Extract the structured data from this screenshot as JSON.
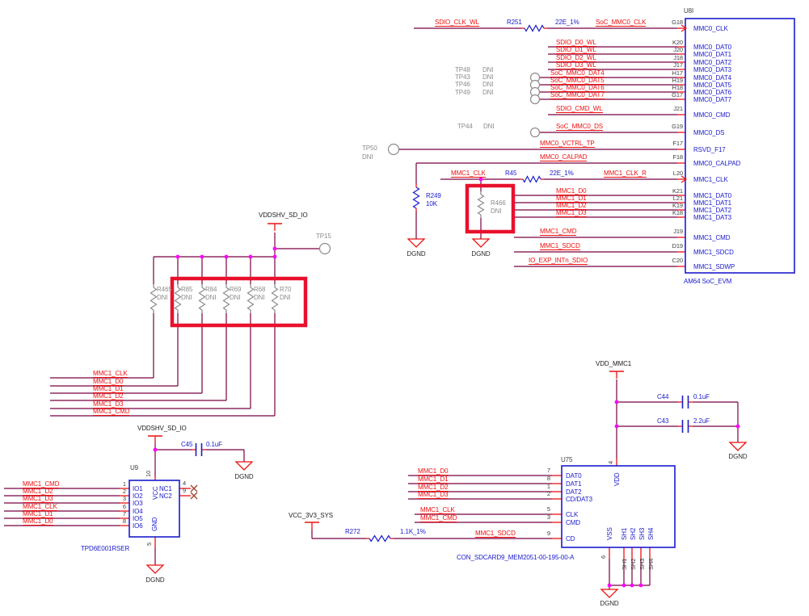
{
  "colors": {
    "wire": "#770040",
    "net_label": "#ee1111",
    "component_blue": "#1a1acd",
    "dni_gray": "#8c8c8c",
    "junction_dot": "#ff00ff",
    "emphasis_box": "#e8112d",
    "pin_stub_red": "#ee1111",
    "pin_number": "#3f3f3f"
  },
  "nets": {
    "sdio_clk_wl": "SDIO_CLK_WL",
    "soc_mmc0_clk": "SoC_MMC0_CLK",
    "sdio_d0_wl": "SDIO_D0_WL",
    "sdio_d1_wl": "SDIO_D1_WL",
    "sdio_d2_wl": "SDIO_D2_WL",
    "sdio_d3_wl": "SDIO_D3_WL",
    "soc_mmc0_dat4": "SoC_MMC0_DAT4",
    "soc_mmc0_dat5": "SoC_MMC0_DAT5",
    "soc_mmc0_dat6": "SoC_MMC0_DAT6",
    "soc_mmc0_dat7": "SoC_MMC0_DAT7",
    "sdio_cmd_wl": "SDIO_CMD_WL",
    "soc_mmc0_ds": "SoC_MMC0_DS",
    "mmc0_vctrl_tp": "MMC0_VCTRL_TP",
    "mmc0_calpad": "MMC0_CALPAD",
    "mmc1_clk": "MMC1_CLK",
    "mmc1_clk_r": "MMC1_CLK_R",
    "mmc1_d0": "MMC1_D0",
    "mmc1_d1": "MMC1_D1",
    "mmc1_d2": "MMC1_D2",
    "mmc1_d3": "MMC1_D3",
    "mmc1_cmd": "MMC1_CMD",
    "mmc1_sdcd": "MMC1_SDCD",
    "io_exp_intn_sdio": "IO_EXP_INTn_SDIO"
  },
  "pwr": {
    "vddshv_sd_io": "VDDSHV_SD_IO",
    "vdd_mmc1": "VDD_MMC1",
    "vcc_3v3_sys": "VCC_3V3_SYS",
    "dgnd": "DGND"
  },
  "tps": {
    "tp48": "TP48",
    "tp43": "TP43",
    "tp46": "TP46",
    "tp49": "TP49",
    "tp44": "TP44",
    "tp50": "TP50",
    "tp15": "TP15",
    "dni": "DNI"
  },
  "res": {
    "r251": {
      "ref": "R251",
      "value": "22E_1%"
    },
    "r45": {
      "ref": "R45",
      "value": "22E_1%"
    },
    "r249": {
      "ref": "R249",
      "value": "10K"
    },
    "r466": {
      "ref": "R466",
      "value": "DNI"
    },
    "r465": {
      "ref": "R465",
      "value": "DNI"
    },
    "r85": {
      "ref": "R85",
      "value": "DNI"
    },
    "r84": {
      "ref": "R84",
      "value": "DNI"
    },
    "r69": {
      "ref": "R69",
      "value": "DNI"
    },
    "r68": {
      "ref": "R68",
      "value": "DNI"
    },
    "r70": {
      "ref": "R70",
      "value": "DNI"
    },
    "r272": {
      "ref": "R272",
      "value": "1.1K_1%"
    }
  },
  "cap": {
    "c45": {
      "ref": "C45",
      "value": "0.1uF"
    },
    "c44": {
      "ref": "C44",
      "value": "0.1uF"
    },
    "c43": {
      "ref": "C43",
      "value": "2.2uF"
    }
  },
  "u8": {
    "refdes": "U8I",
    "board_label": "AM64 SoC_EVM",
    "pins": [
      {
        "name": "MMC0_CLK",
        "num": "G18"
      },
      {
        "name": "MMC0_DAT0",
        "num": "K20"
      },
      {
        "name": "MMC0_DAT1",
        "num": "J20"
      },
      {
        "name": "MMC0_DAT2",
        "num": "J18"
      },
      {
        "name": "MMC0_DAT3",
        "num": "J17"
      },
      {
        "name": "MMC0_DAT4",
        "num": "H17"
      },
      {
        "name": "MMC0_DAT5",
        "num": "H19"
      },
      {
        "name": "MMC0_DAT6",
        "num": "H18"
      },
      {
        "name": "MMC0_DAT7",
        "num": "G17"
      },
      {
        "name": "MMC0_CMD",
        "num": "J21"
      },
      {
        "name": "MMC0_DS",
        "num": "G19"
      },
      {
        "name": "RSVD_F17",
        "num": "F17"
      },
      {
        "name": "MMC0_CALPAD",
        "num": "F18"
      },
      {
        "name": "MMC1_CLK",
        "num": "L20"
      },
      {
        "name": "MMC1_DAT0",
        "num": "K21"
      },
      {
        "name": "MMC1_DAT1",
        "num": "L21"
      },
      {
        "name": "MMC1_DAT2",
        "num": "K19"
      },
      {
        "name": "MMC1_DAT3",
        "num": "K18"
      },
      {
        "name": "MMC1_CMD",
        "num": "J19"
      },
      {
        "name": "MMC1_SDCD",
        "num": "D19"
      },
      {
        "name": "MMC1_SDWP",
        "num": "C20"
      }
    ]
  },
  "u9": {
    "refdes": "U9",
    "part": "TPD6E001RSER",
    "left_pins": [
      {
        "num": "1",
        "name": "IO1"
      },
      {
        "num": "2",
        "name": "IO2"
      },
      {
        "num": "3",
        "name": "IO3"
      },
      {
        "num": "6",
        "name": "IO4"
      },
      {
        "num": "7",
        "name": "IO5"
      },
      {
        "num": "8",
        "name": "IO6"
      }
    ],
    "right_pins": [
      {
        "num": "4",
        "name": "NC1"
      },
      {
        "num": "9",
        "name": "NC2"
      }
    ],
    "top_pin": {
      "num": "10",
      "name": "VCC"
    },
    "bottom_pin": {
      "num": "5",
      "name": "GND"
    }
  },
  "u75": {
    "refdes": "U75",
    "part": "CON_SDCARD9_MEM2051-00-195-00-A",
    "left_pins": [
      {
        "num": "7",
        "name": "DAT0"
      },
      {
        "num": "8",
        "name": "DAT1"
      },
      {
        "num": "1",
        "name": "DAT2"
      },
      {
        "num": "2",
        "name": "CD/DAT3"
      },
      {
        "num": "5",
        "name": "CLK"
      },
      {
        "num": "3",
        "name": "CMD"
      },
      {
        "num": "9",
        "name": "CD"
      }
    ],
    "top_pin": {
      "num": "4",
      "name": "VDD"
    },
    "bottom_pins": [
      {
        "num": "6",
        "name": "VSS"
      },
      {
        "num": "SH1",
        "name": "SH1"
      },
      {
        "num": "SH2",
        "name": "SH2"
      },
      {
        "num": "SH3",
        "name": "SH3"
      },
      {
        "num": "SH4",
        "name": "SH4"
      }
    ]
  }
}
